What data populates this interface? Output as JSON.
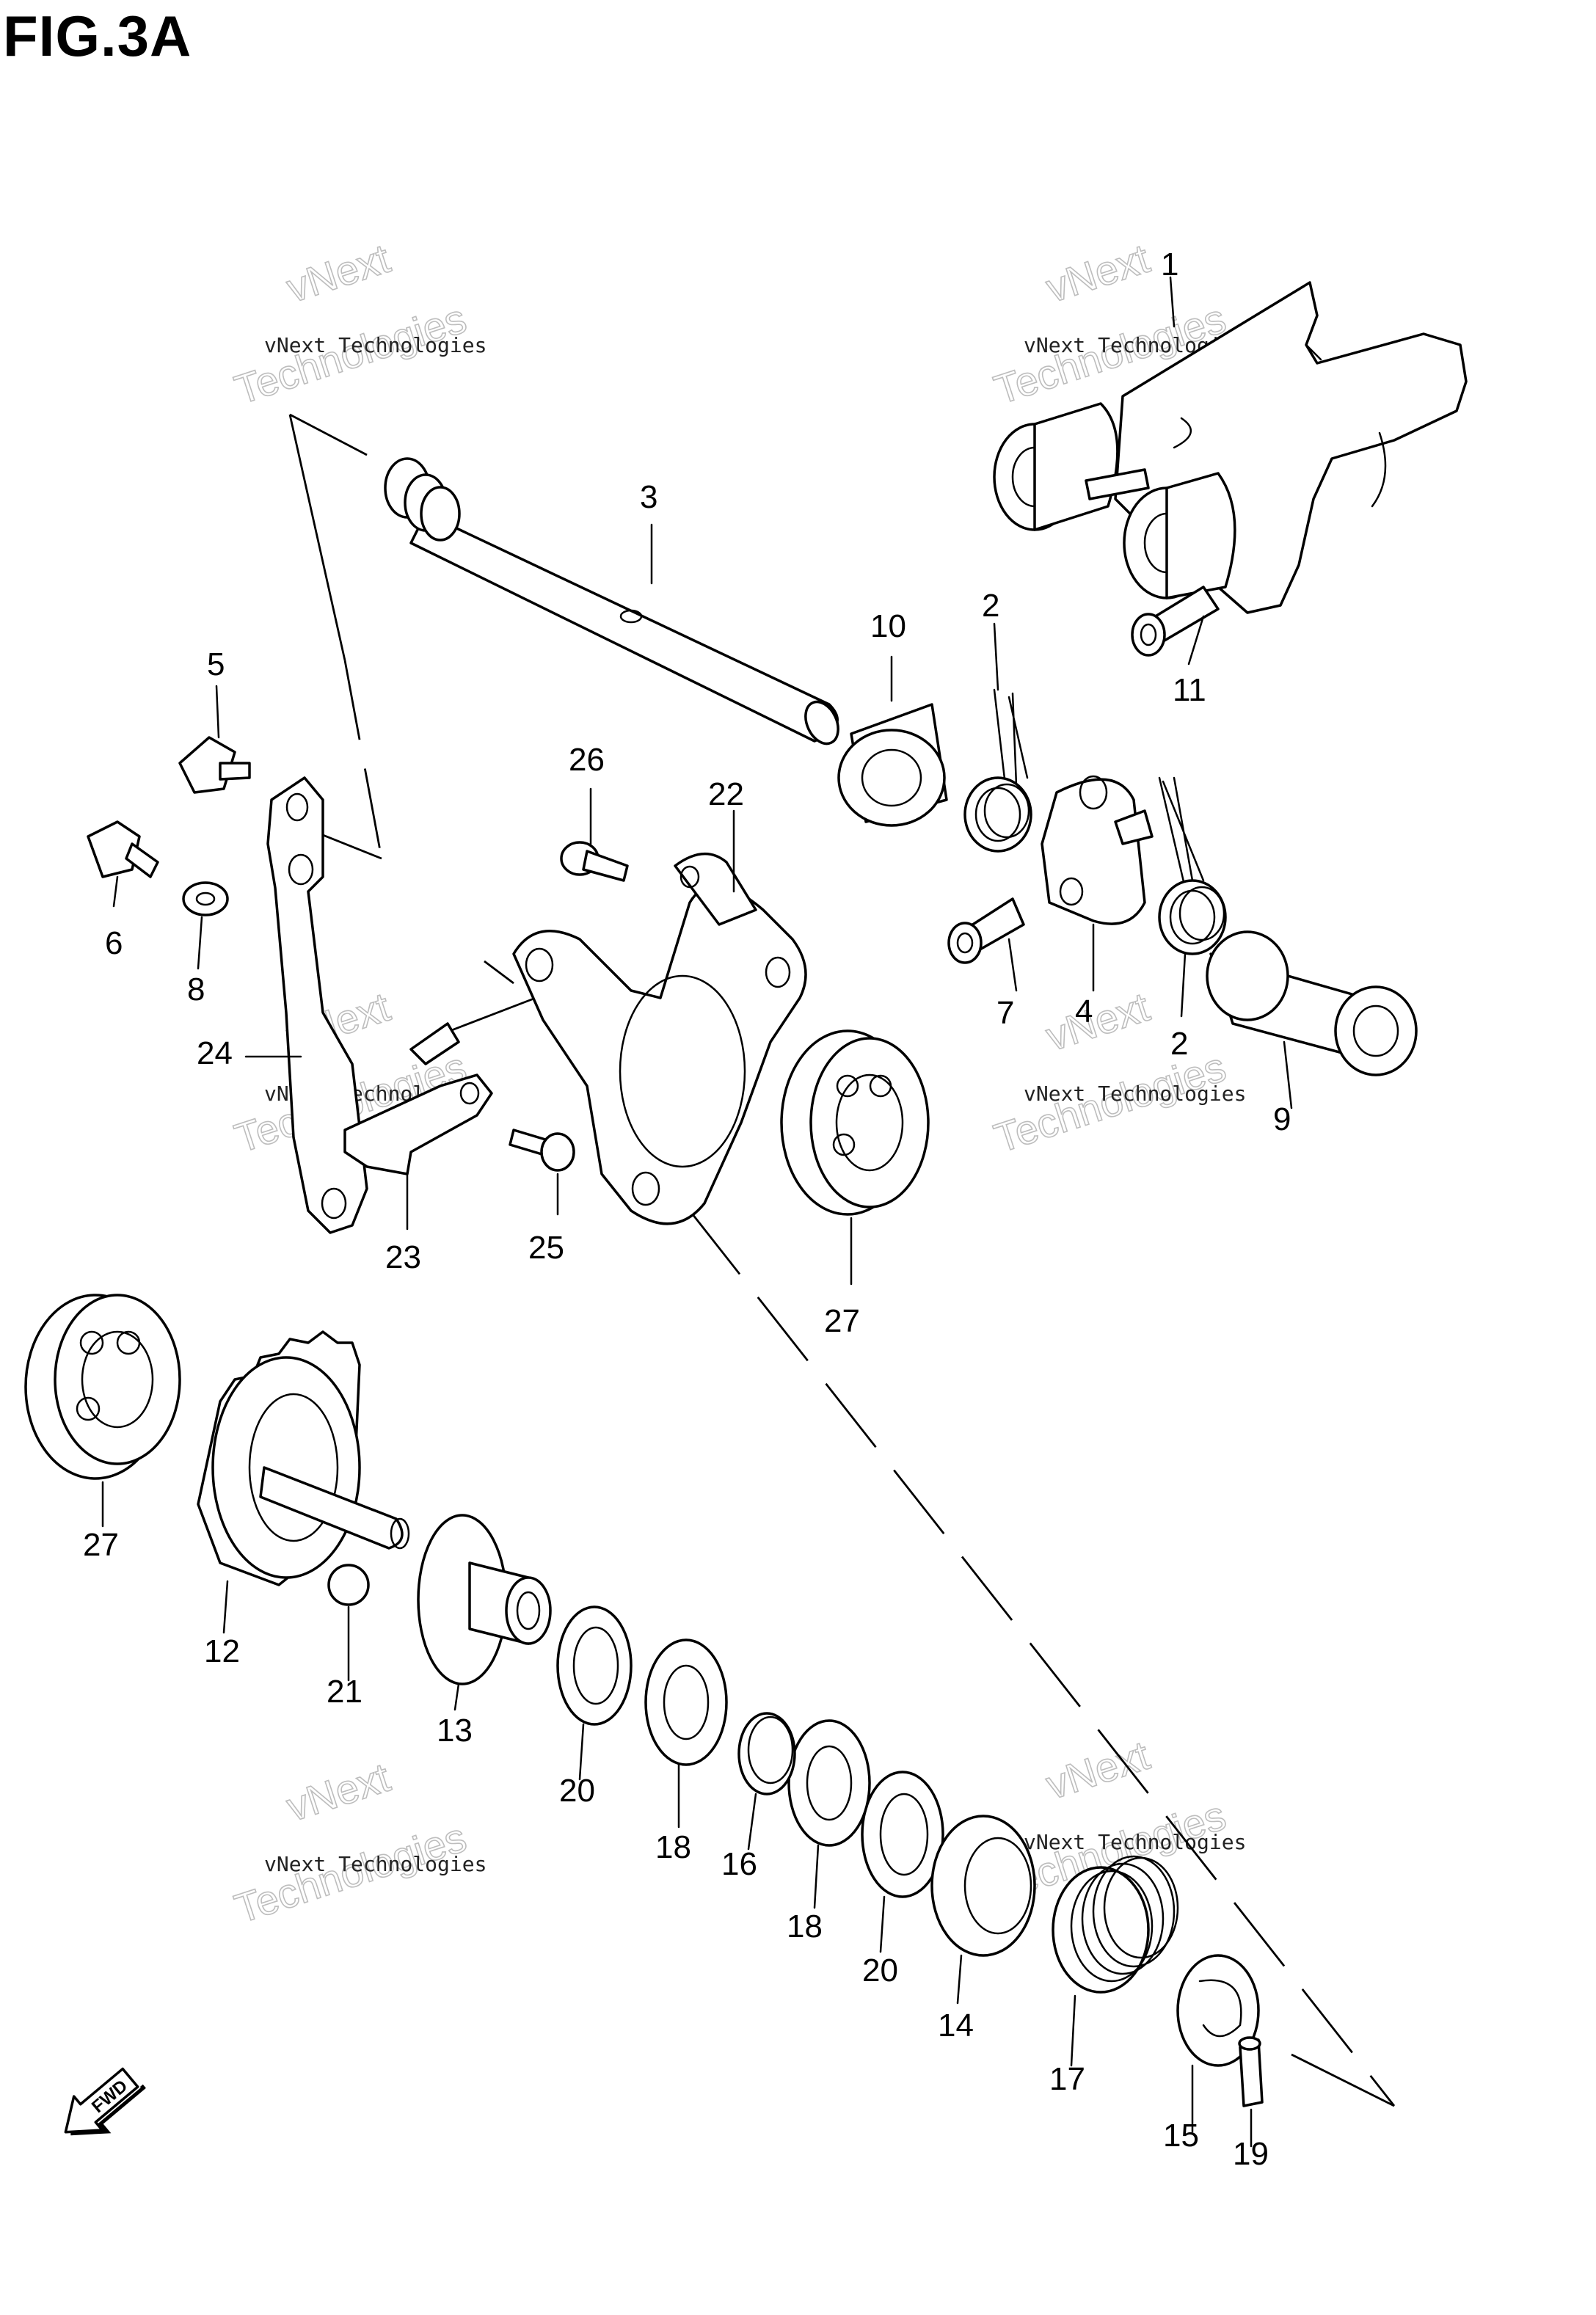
{
  "figure": {
    "title": "FIG.3A"
  },
  "watermark": {
    "line1": "vNext Technologies",
    "line2": "vNext",
    "line3": "Technologies"
  },
  "fwd_label": "FWD",
  "callouts": [
    {
      "id": "c1",
      "text": "1"
    },
    {
      "id": "c2a",
      "text": "2"
    },
    {
      "id": "c2b",
      "text": "2"
    },
    {
      "id": "c3",
      "text": "3"
    },
    {
      "id": "c4",
      "text": "4"
    },
    {
      "id": "c5",
      "text": "5"
    },
    {
      "id": "c6",
      "text": "6"
    },
    {
      "id": "c7",
      "text": "7"
    },
    {
      "id": "c8",
      "text": "8"
    },
    {
      "id": "c9",
      "text": "9"
    },
    {
      "id": "c10",
      "text": "10"
    },
    {
      "id": "c11",
      "text": "11"
    },
    {
      "id": "c12",
      "text": "12"
    },
    {
      "id": "c13",
      "text": "13"
    },
    {
      "id": "c14",
      "text": "14"
    },
    {
      "id": "c15",
      "text": "15"
    },
    {
      "id": "c16",
      "text": "16"
    },
    {
      "id": "c17",
      "text": "17"
    },
    {
      "id": "c18a",
      "text": "18"
    },
    {
      "id": "c18b",
      "text": "18"
    },
    {
      "id": "c19",
      "text": "19"
    },
    {
      "id": "c20a",
      "text": "20"
    },
    {
      "id": "c20b",
      "text": "20"
    },
    {
      "id": "c21",
      "text": "21"
    },
    {
      "id": "c22",
      "text": "22"
    },
    {
      "id": "c23",
      "text": "23"
    },
    {
      "id": "c24",
      "text": "24"
    },
    {
      "id": "c25",
      "text": "25"
    },
    {
      "id": "c26",
      "text": "26"
    },
    {
      "id": "c27a",
      "text": "27"
    },
    {
      "id": "c27b",
      "text": "27"
    }
  ]
}
